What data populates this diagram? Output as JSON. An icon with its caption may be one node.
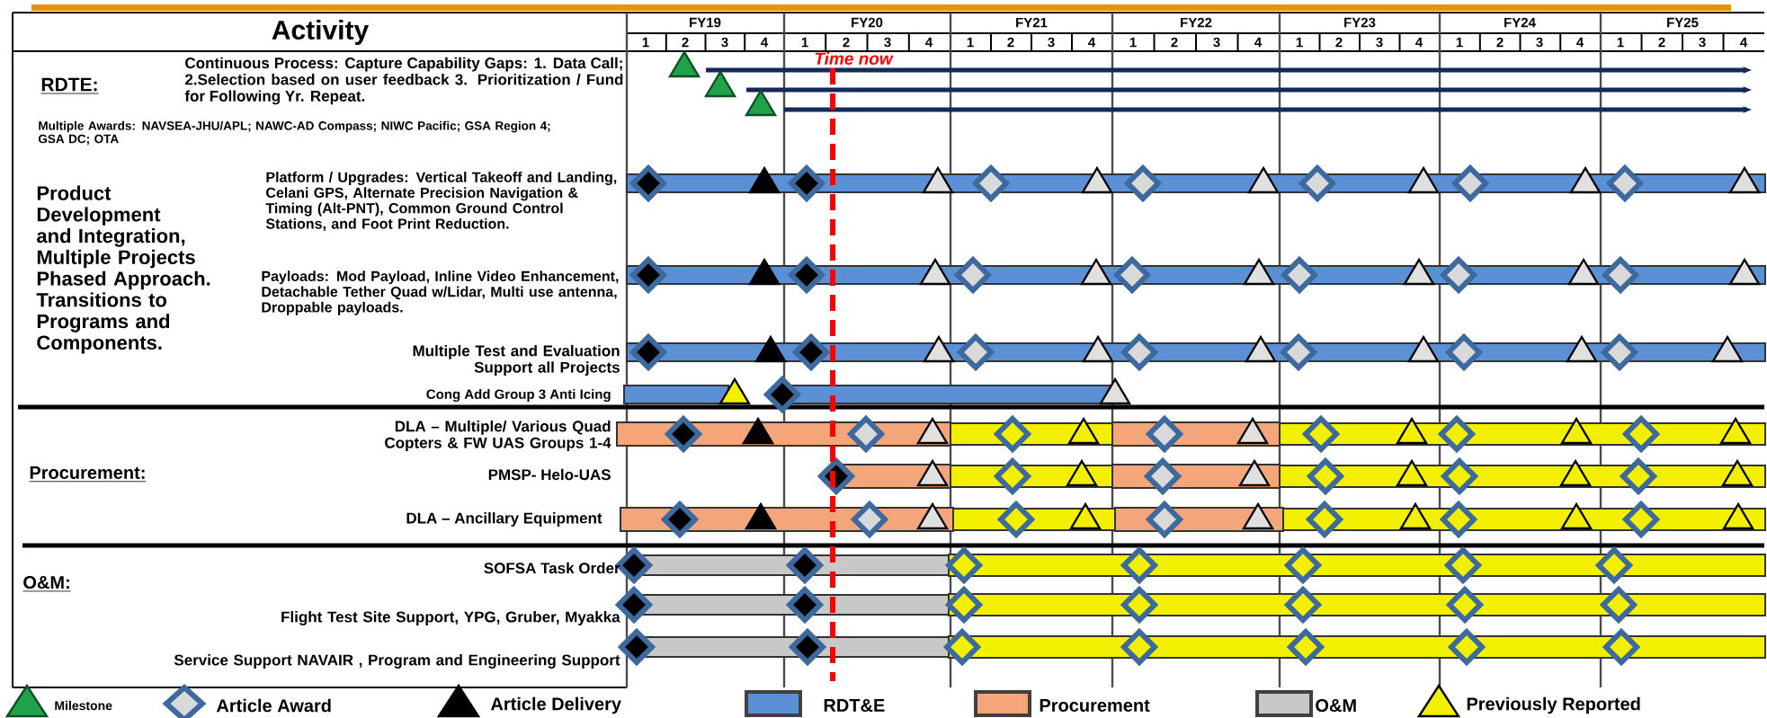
{
  "diagram": {
    "labels": [
      "Activity",
      "FY19",
      "FY20",
      "FY21",
      "FY22",
      "FY23",
      "FY24",
      "FY25",
      "1",
      "2",
      "3",
      "4",
      "1",
      "2",
      "3",
      "4",
      "1",
      "2",
      "3",
      "4",
      "1",
      "2",
      "3",
      "4",
      "1",
      "2",
      "3",
      "4",
      "1",
      "2",
      "3",
      "4",
      "1",
      "2",
      "3",
      "4",
      "Time now",
      "RDTE:",
      "Continuous Process: Capture Capability Gaps: 1. Data Call; 2.Selection based on user feedback 3. Prioritization / Fund for Following Yr. Repeat.",
      "Multiple Awards: NAVSEA-JHU/APL; NAWC-AD Compass; NIWC Pacific; GSA Region 4; GSA DC; OTA",
      "Product Development and Integration, Multiple Projects Phased Approach. Transitions to Programs and Components.",
      "Platform / Upgrades: Vertical Takeoff and Landing, Celani GPS, Alternate Precision Navigation & Timing (Alt-PNT), Common Ground Control Stations, and Foot Print Reduction.",
      "Payloads: Mod Payload, Inline Video Enhancement, Detachable Tether Quad w/Lidar, Multi use antenna, Droppable payloads.",
      "Multiple Test and Evaluation Support all Projects",
      "Cong Add Group 3 Anti Icing",
      "DLA – Multiple/ Various Quad Copters & FW UAS Groups 1-4",
      "Procurement:",
      "PMSP- Helo-UAS",
      "DLA – Ancillary Equipment",
      "O&M:",
      "SOFSA Task Order",
      "Flight Test Site Support, YPG, Gruber, Myakka",
      "Service Support NAVAIR , Program and Engineering Support"
    ],
    "legend": [
      {
        "text": "Milestone"
      },
      {
        "text": "Article Award"
      },
      {
        "text": "Article Delivery"
      },
      {
        "text": "RDT&E",
        "color": "#5b8fd6"
      },
      {
        "text": "Procurement",
        "color": "#f4a57a"
      },
      {
        "text": "O&M",
        "color": "#c8c8c8"
      },
      {
        "text": "Previously Reported"
      }
    ]
  }
}
